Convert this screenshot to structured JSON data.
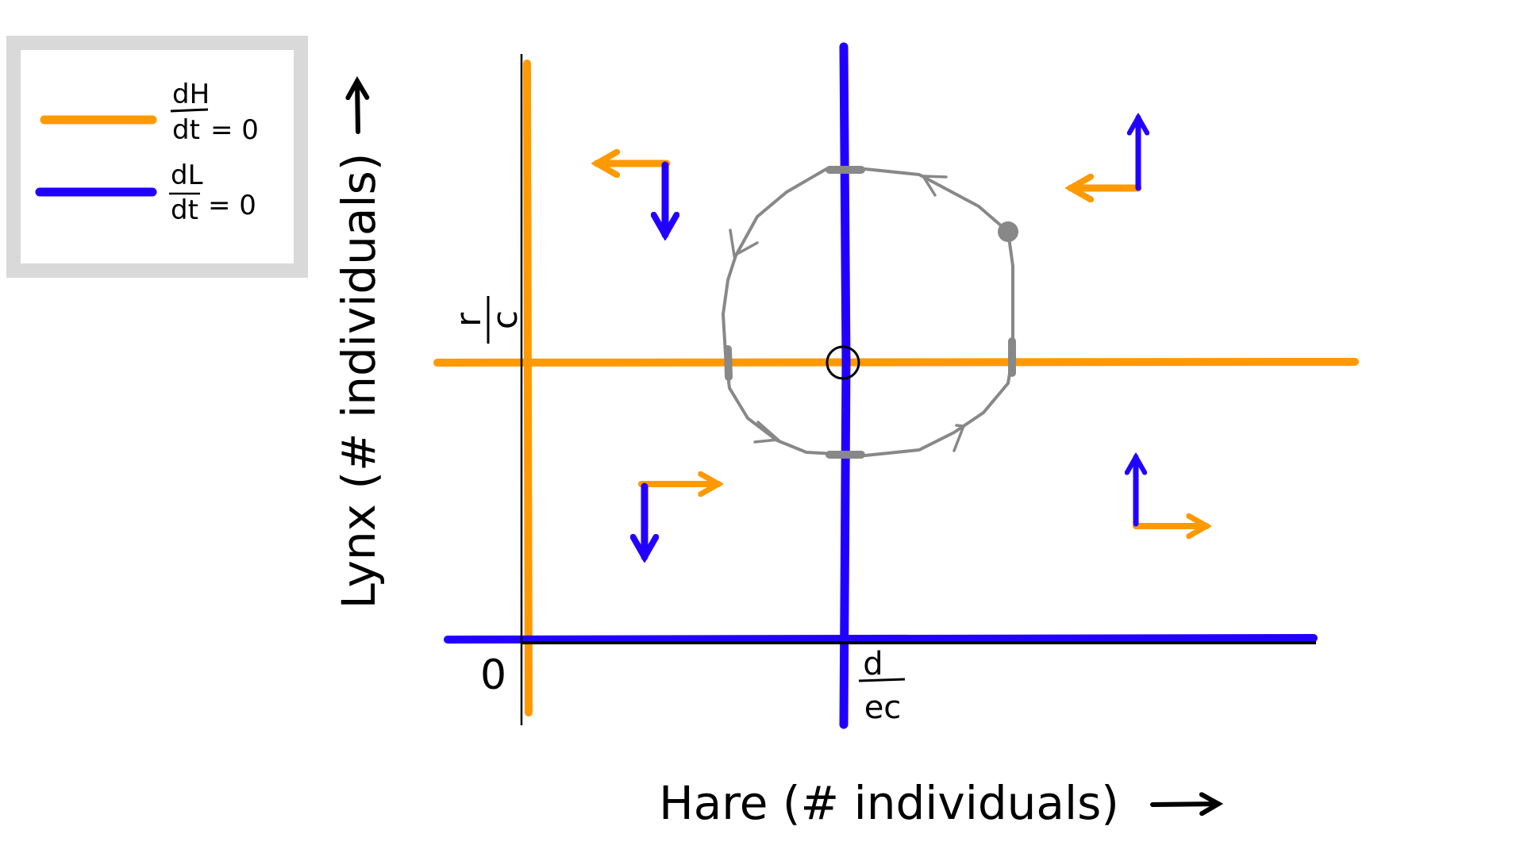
{
  "legend": {
    "items": [
      {
        "num": "dH",
        "den": "dt",
        "eq": "= 0",
        "color": "#FF9900"
      },
      {
        "num": "dL",
        "den": "dt",
        "eq": "= 0",
        "color": "#2200FF"
      }
    ]
  },
  "axes": {
    "x_title": "Hare (# individuals)",
    "y_title": "Lynx (# individuals)",
    "origin_label": "0",
    "y_tick": {
      "num": "r",
      "den": "c"
    },
    "x_tick": {
      "num": "d",
      "den": "ec"
    }
  },
  "colors": {
    "hare_nullcline": "#FF9900",
    "lynx_nullcline": "#2200FF",
    "cycle": "#888888",
    "legend_border": "#D9D9D9"
  }
}
